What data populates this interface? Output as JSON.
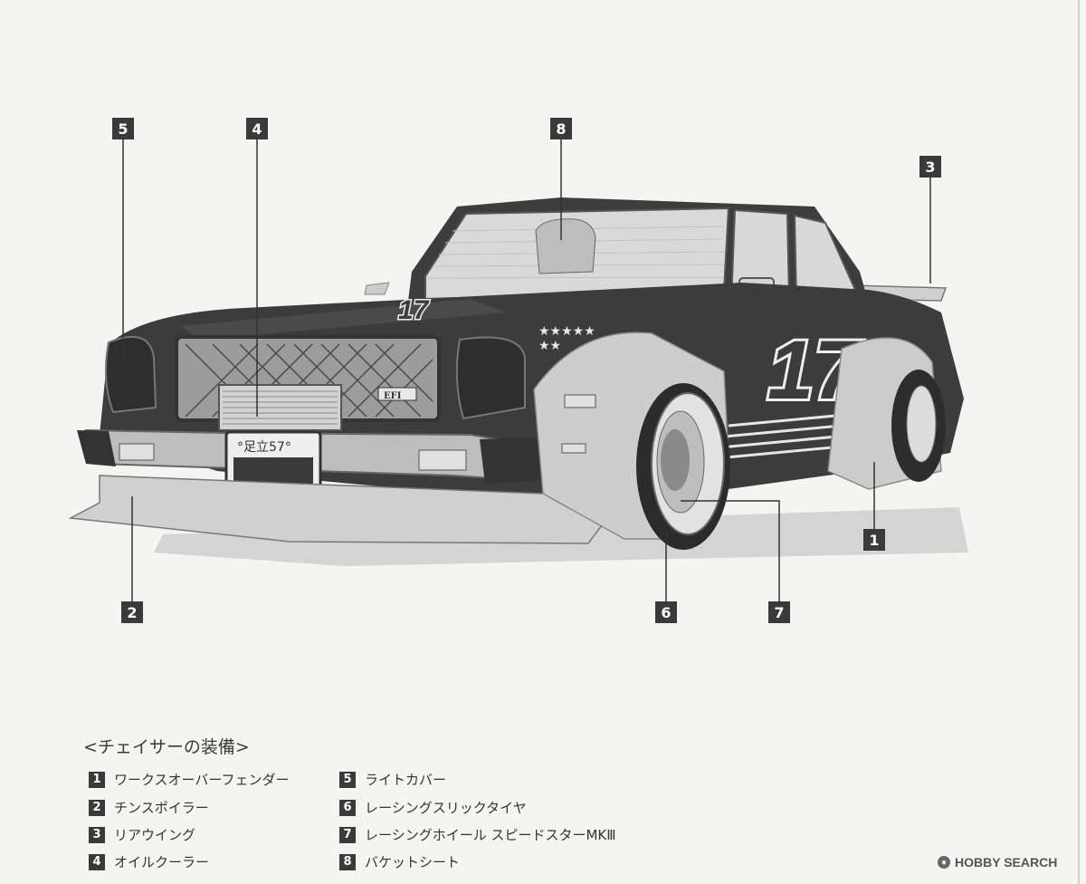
{
  "callouts": [
    {
      "num": "1",
      "label": "ワークスオーバーフェンダー"
    },
    {
      "num": "2",
      "label": "チンスポイラー"
    },
    {
      "num": "3",
      "label": "リアウイング"
    },
    {
      "num": "4",
      "label": "オイルクーラー"
    },
    {
      "num": "5",
      "label": "ライトカバー"
    },
    {
      "num": "6",
      "label": "レーシングスリックタイヤ"
    },
    {
      "num": "7",
      "label": "レーシングホイール スピードスターMKⅢ"
    },
    {
      "num": "8",
      "label": "バケットシート"
    }
  ],
  "legend_title": "<チェイサーの装備>",
  "car": {
    "plate_text": "°足立57°",
    "hood_number": "17",
    "door_number": "17",
    "grille_badge": "EFI"
  },
  "watermark": {
    "text": "HOBBY SEARCH"
  },
  "colors": {
    "badge": "#3a3a3a",
    "body": "#3c3c3c",
    "fender": "#cfcfcf"
  }
}
